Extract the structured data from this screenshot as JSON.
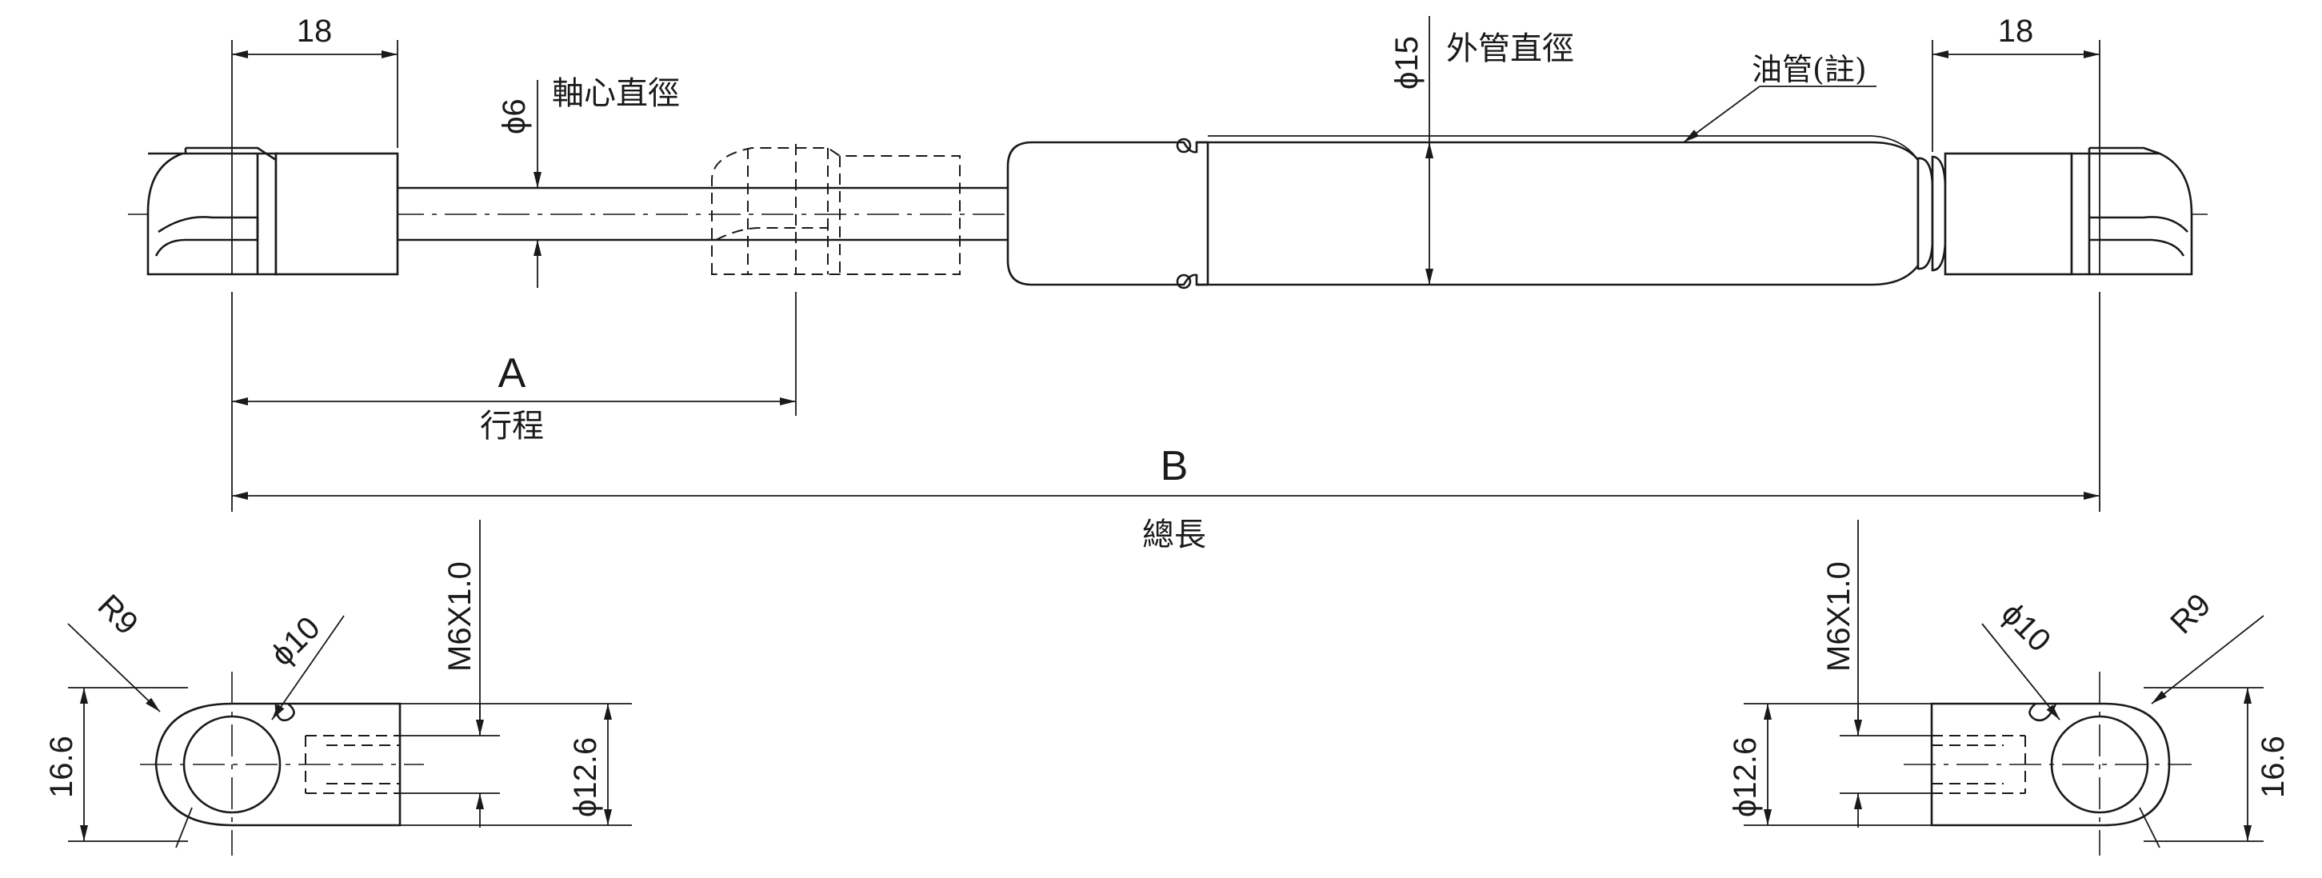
{
  "labels": {
    "dim_18_left": "18",
    "dim_18_right": "18",
    "rod_dia_value": "ϕ6",
    "rod_dia_text": "軸心直徑",
    "tube_dia_value": "ϕ15",
    "tube_dia_text": "外管直徑",
    "oil_tube_note": "油管(註)",
    "stroke_letter": "A",
    "stroke_text": "行程",
    "total_letter": "B",
    "total_text": "總長",
    "left_radius": "R9",
    "left_hole": "ϕ10",
    "left_thread": "M6X1.0",
    "left_width": "16.6",
    "left_neck": "ϕ12.6",
    "right_radius": "R9",
    "right_hole": "ϕ10",
    "right_thread": "M6X1.0",
    "right_width": "16.6",
    "right_neck": "ϕ12.6"
  }
}
